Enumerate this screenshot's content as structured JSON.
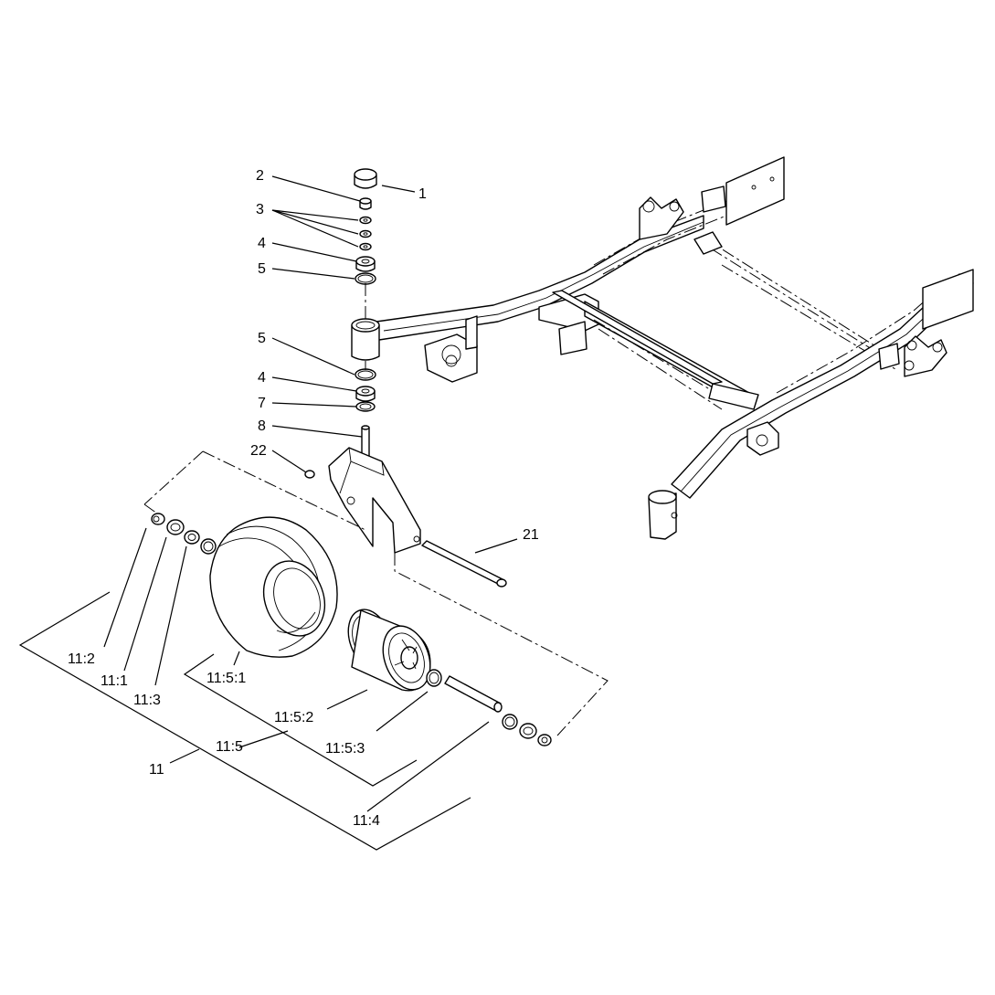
{
  "diagram": {
    "callouts": [
      {
        "id": "c1",
        "text": "1"
      },
      {
        "id": "c2",
        "text": "2"
      },
      {
        "id": "c3",
        "text": "3"
      },
      {
        "id": "c4a",
        "text": "4"
      },
      {
        "id": "c5a",
        "text": "5"
      },
      {
        "id": "c5b",
        "text": "5"
      },
      {
        "id": "c4b",
        "text": "4"
      },
      {
        "id": "c7",
        "text": "7"
      },
      {
        "id": "c8",
        "text": "8"
      },
      {
        "id": "c22",
        "text": "22"
      },
      {
        "id": "c21",
        "text": "21"
      },
      {
        "id": "c11_2",
        "text": "11:2"
      },
      {
        "id": "c11_1",
        "text": "11:1"
      },
      {
        "id": "c11_3",
        "text": "11:3"
      },
      {
        "id": "c11_5_1",
        "text": "11:5:1"
      },
      {
        "id": "c11_5_2",
        "text": "11:5:2"
      },
      {
        "id": "c11_5",
        "text": "11:5"
      },
      {
        "id": "c11_5_3",
        "text": "11:5:3"
      },
      {
        "id": "c11",
        "text": "11"
      },
      {
        "id": "c11_4",
        "text": "11:4"
      }
    ]
  }
}
